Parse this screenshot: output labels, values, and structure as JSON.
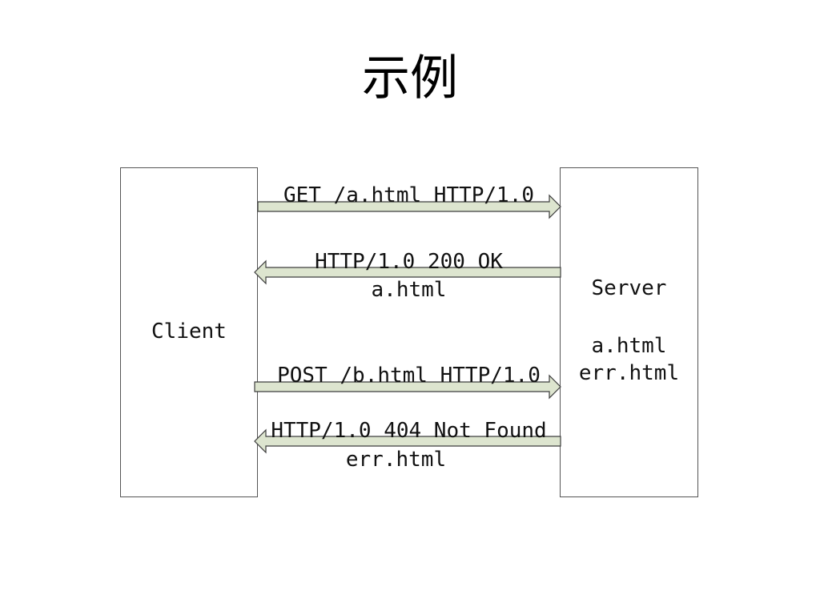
{
  "title": "示例",
  "client": {
    "label": "Client"
  },
  "server": {
    "label": "Server",
    "files": [
      "a.html",
      "err.html"
    ]
  },
  "messages": [
    {
      "direction": "client-to-server",
      "lines": [
        "GET /a.html HTTP/1.0"
      ]
    },
    {
      "direction": "server-to-client",
      "lines": [
        "HTTP/1.0 200 OK",
        "a.html"
      ]
    },
    {
      "direction": "client-to-server",
      "lines": [
        "POST /b.html HTTP/1.0"
      ]
    },
    {
      "direction": "server-to-client",
      "lines": [
        "HTTP/1.0 404 Not Found",
        "err.html"
      ]
    }
  ],
  "colors": {
    "arrow_fill": "#dde5cf",
    "arrow_stroke": "#3d3d3d",
    "box_border": "#555555",
    "text": "#111111"
  }
}
